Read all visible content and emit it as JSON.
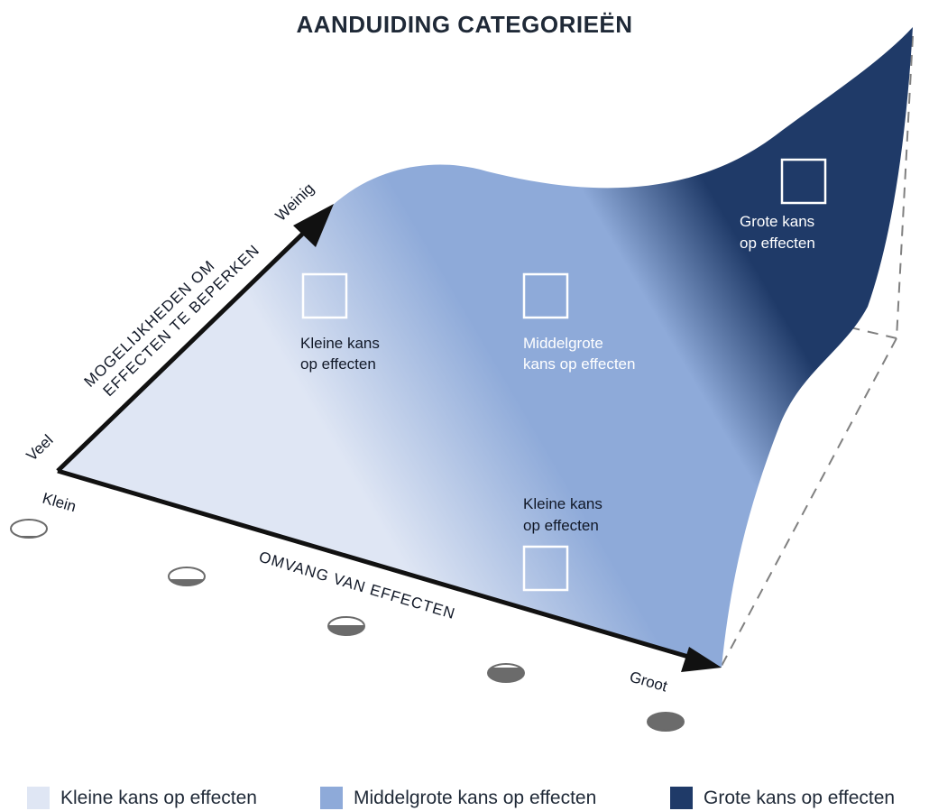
{
  "title": "AANDUIDING CATEGORIEËN",
  "axes": {
    "y": {
      "label_line1": "MOGELIJKHEDEN OM",
      "label_line2": "EFFECTEN TE BEPERKEN",
      "start": "Veel",
      "end": "Weinig"
    },
    "x": {
      "label": "OMVANG VAN EFFECTEN",
      "start": "Klein",
      "end": "Groot"
    }
  },
  "markers": [
    {
      "line1": "Kleine kans",
      "line2": "op effecten",
      "category": "low"
    },
    {
      "line1": "Middelgrote",
      "line2": "kans op effecten",
      "category": "medium"
    },
    {
      "line1": "Grote kans",
      "line2": "op effecten",
      "category": "high"
    },
    {
      "line1": "Kleine kans",
      "line2": "op effecten",
      "category": "low"
    }
  ],
  "legend": [
    {
      "label": "Kleine kans op effecten",
      "color": "#dfe6f4"
    },
    {
      "label": "Middelgrote kans op effecten",
      "color": "#8eaad9"
    },
    {
      "label": "Grote kans op effecten",
      "color": "#1f3a68"
    }
  ],
  "colors": {
    "low": "#dfe6f4",
    "medium": "#8eaad9",
    "high": "#1f3a68",
    "axis": "#111111",
    "dash": "#808080",
    "ellipse": "#6b6b6b"
  },
  "size_indicators": [
    0.1,
    0.35,
    0.55,
    0.8,
    1.0
  ]
}
